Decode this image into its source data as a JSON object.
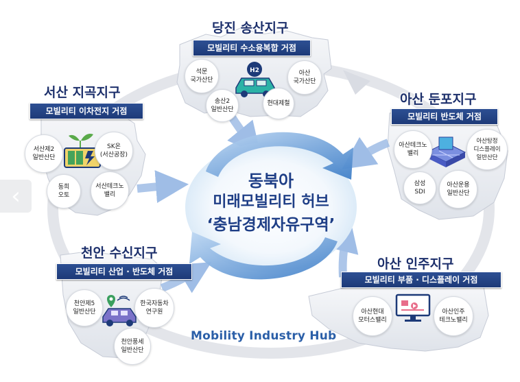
{
  "center": {
    "line1": "동북아",
    "line2": "미래모빌리티 허브",
    "line3": "‘충남경제자유구역’"
  },
  "hub_label": "Mobility Industry Hub",
  "districts": {
    "dangjin": {
      "title": "당진 송산지구",
      "banner": "모빌리티 수소융복합 거점",
      "sites": [
        "석문\n국가산단",
        "아산\n국가산단",
        "송산2\n일반산단",
        "현대제철"
      ],
      "icon": "hydrogen-car-icon"
    },
    "seosan": {
      "title": "서산 지곡지구",
      "banner": "모빌리티 이차전지 거점",
      "sites": [
        "서산제2\n일반산단",
        "SK온\n(서산공장)",
        "동희\n오토",
        "서산테크노\n밸리"
      ],
      "icon": "battery-icon"
    },
    "asan_dunpo": {
      "title": "아산 둔포지구",
      "banner": "모빌리티 반도체 거점",
      "sites": [
        "아산테크노\n밸리",
        "아산탕정\n디스플레이\n일반산단",
        "삼성\nSDI",
        "아산운용\n일반산단"
      ],
      "icon": "semiconductor-chip-icon"
    },
    "cheonan": {
      "title": "천안 수신지구",
      "banner": "모빌리티 산업 · 반도체 거점",
      "sites": [
        "천안제5\n일반산단",
        "한국자동차\n연구원",
        "천안풍세\n일반산단"
      ],
      "icon": "connected-car-icon"
    },
    "asan_inju": {
      "title": "아산 인주지구",
      "banner": "모빌리티 부품 · 디스플레이 거점",
      "sites": [
        "아산현대\n모터스밸리",
        "아산인주\n테크노밸리"
      ],
      "icon": "display-monitor-icon"
    }
  },
  "nav": {
    "prev_icon": "chevron-left-icon",
    "prev_glyph": "‹"
  },
  "colors": {
    "title_navy": "#1c2f6b",
    "banner_blue": "#1f3d7c",
    "center_text": "#1e3e86",
    "hub_text": "#2b5fa8",
    "arrow_blue": "#7da4dc",
    "ring_grey": "#e3e5ea",
    "map_fill": "#eef0f4"
  }
}
